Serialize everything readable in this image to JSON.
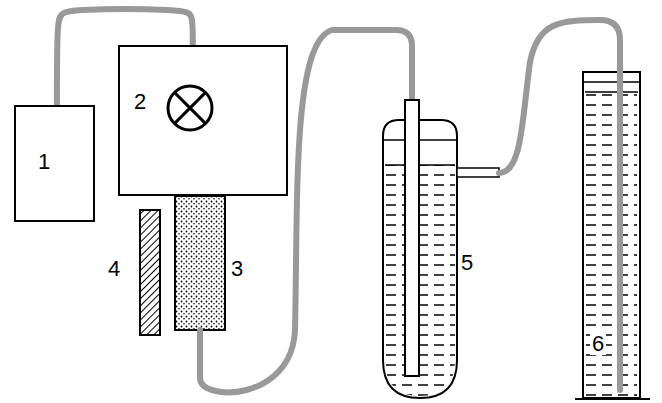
{
  "diagram": {
    "nodes": [
      {
        "text": [
          "1"
        ]
      },
      {
        "text": [
          "2"
        ]
      }
    ],
    "edges": [
      {
        "from": 0,
        "to": 1,
        "arrow": "none"
      }
    ],
    "labels": [
      "3",
      "4",
      "5",
      "6"
    ]
  }
}
